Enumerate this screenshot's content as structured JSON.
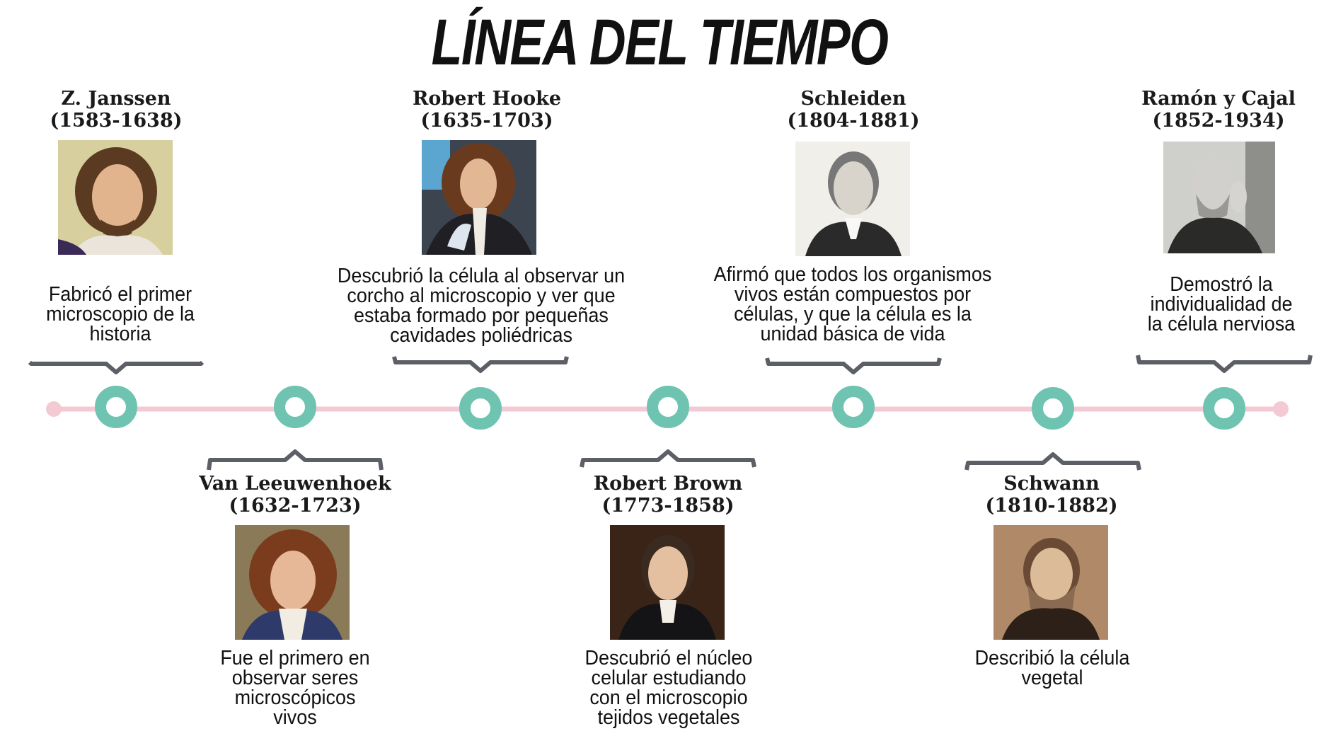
{
  "title": "LÍNEA DEL TIEMPO",
  "colors": {
    "line": "#f3c9d4",
    "node": "#6fc4b1",
    "bracket": "#5c5f66"
  },
  "events": [
    {
      "name": "Z. Janssen",
      "years": "(1583-1638)",
      "desc": [
        "Fabricó el primer",
        "microscopio de la",
        "historia"
      ],
      "portrait": "janssen-portrait"
    },
    {
      "name": "Van Leeuwenhoek",
      "years": "(1632-1723)",
      "desc": [
        "Fue el primero en",
        "observar seres",
        "microscópicos",
        "vivos"
      ],
      "portrait": "leeuwenhoek-portrait"
    },
    {
      "name": "Robert Hooke",
      "years": "(1635-1703)",
      "desc": [
        "Descubrió la célula al observar un",
        "corcho al microscopio y ver que",
        "estaba formado por pequeñas",
        "cavidades poliédricas"
      ],
      "portrait": "hooke-portrait"
    },
    {
      "name": "Robert Brown",
      "years": "(1773-1858)",
      "desc": [
        "Descubrió el núcleo",
        "celular estudiando",
        "con el microscopio",
        "tejidos vegetales"
      ],
      "portrait": "brown-portrait"
    },
    {
      "name": "Schleiden",
      "years": "(1804-1881)",
      "desc": [
        "Afirmó que todos los organismos",
        "vivos están compuestos por",
        "células, y que la célula es la",
        "unidad básica de vida"
      ],
      "portrait": "schleiden-portrait"
    },
    {
      "name": "Schwann",
      "years": "(1810-1882)",
      "desc": [
        "Describió la célula",
        "vegetal"
      ],
      "portrait": "schwann-portrait"
    },
    {
      "name": "Ramón y Cajal",
      "years": "(1852-1934)",
      "desc": [
        "Demostró la",
        "individualidad de",
        "la célula nerviosa"
      ],
      "portrait": "cajal-portrait"
    }
  ]
}
